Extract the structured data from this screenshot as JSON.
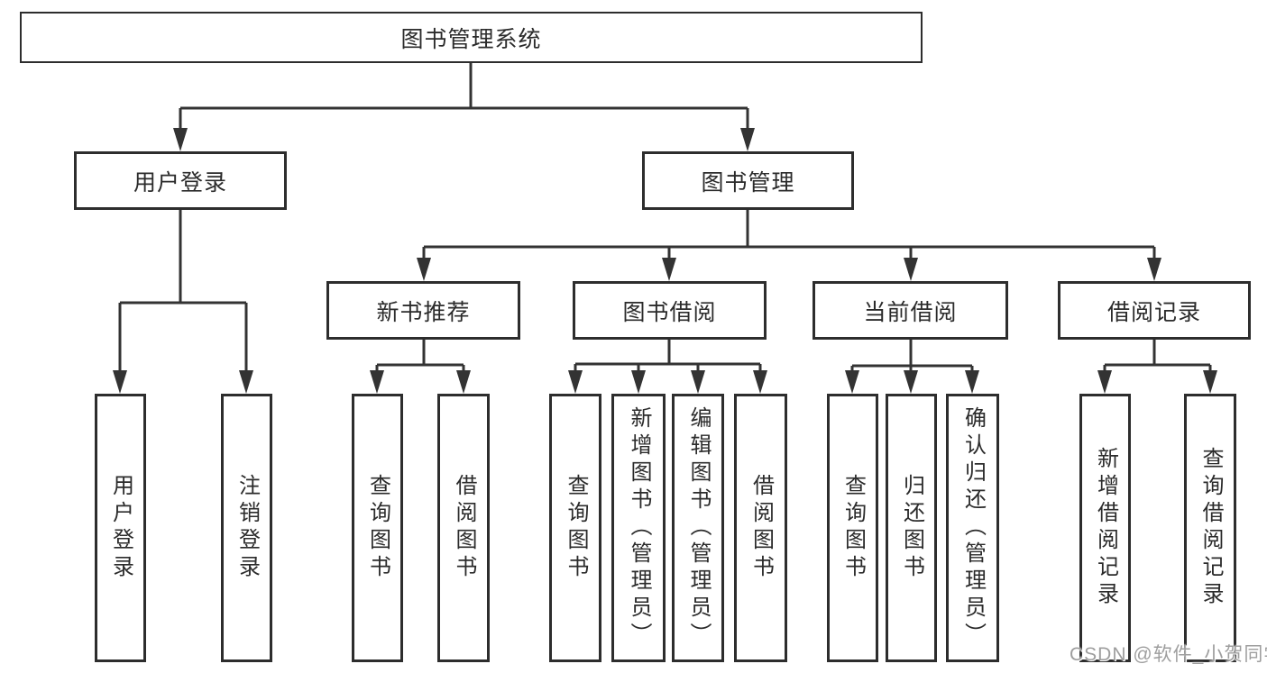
{
  "diagram": {
    "root": {
      "label": "图书管理系统"
    },
    "user_login": {
      "label": "用户登录",
      "children": [
        {
          "label": "用户登录"
        },
        {
          "label": "注销登录"
        }
      ]
    },
    "book_mgmt": {
      "label": "图书管理",
      "sections": {
        "new_book_rec": {
          "label": "新书推荐",
          "children": [
            {
              "label": "查询图书"
            },
            {
              "label": "借阅图书"
            }
          ]
        },
        "book_borrow": {
          "label": "图书借阅",
          "children": [
            {
              "label": "查询图书"
            },
            {
              "label": "新增图书（管理员）"
            },
            {
              "label": "编辑图书（管理员）"
            },
            {
              "label": "借阅图书"
            }
          ]
        },
        "current_borrow": {
          "label": "当前借阅",
          "children": [
            {
              "label": "查询图书"
            },
            {
              "label": "归还图书"
            },
            {
              "label": "确认归还（管理员）"
            }
          ]
        },
        "borrow_record": {
          "label": "借阅记录",
          "children": [
            {
              "label": "新增借阅记录"
            },
            {
              "label": "查询借阅记录"
            }
          ]
        }
      }
    }
  },
  "watermark": "CSDN @软件_小贺同学",
  "colors": {
    "line": "#333333",
    "box_border": "#2d2d2d",
    "text": "#2b2b2b",
    "watermark": "#9e9e9e",
    "background": "#ffffff"
  }
}
